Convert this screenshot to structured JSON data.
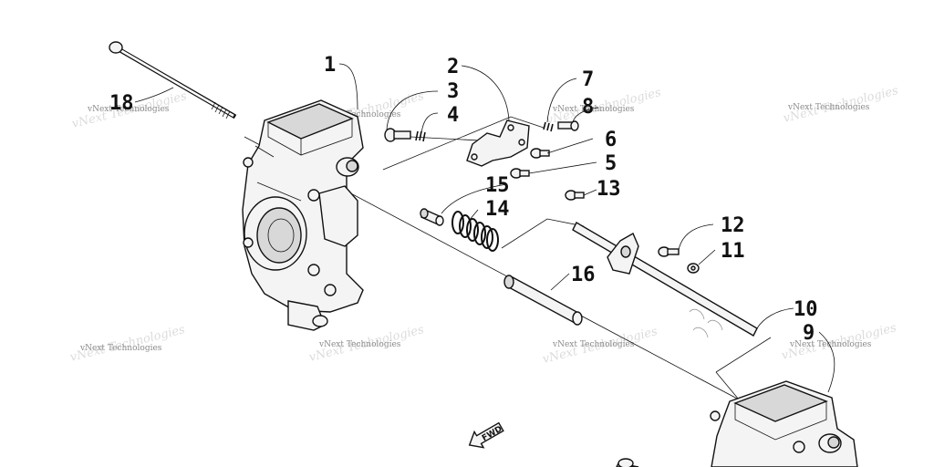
{
  "callouts": [
    "1",
    "2",
    "3",
    "4",
    "5",
    "6",
    "7",
    "8",
    "9",
    "10",
    "11",
    "12",
    "13",
    "14",
    "15",
    "16",
    "18"
  ],
  "watermark": "vNext Technologies",
  "direction_label": "FWD"
}
